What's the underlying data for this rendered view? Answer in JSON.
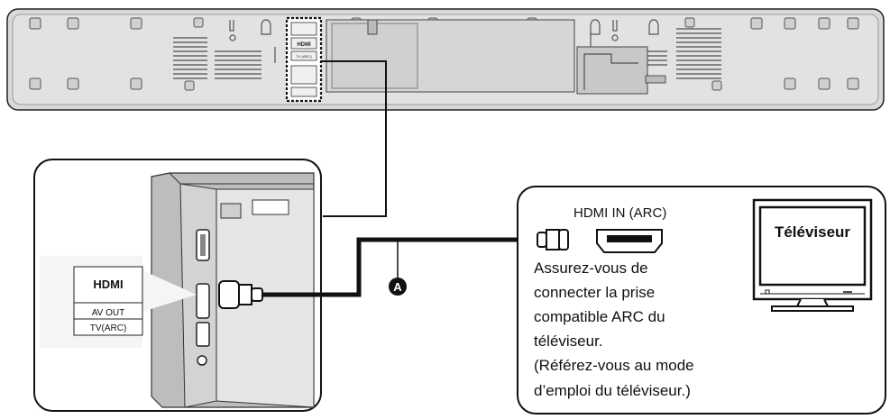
{
  "soundbar": {
    "hdmi_logo": "HDMI",
    "port_label": "TV (ARC)"
  },
  "closeup": {
    "hdmi_logo": "HDMI",
    "av_out": "AV OUT",
    "tv_arc": "TV(ARC)"
  },
  "callout": "A",
  "tv_panel": {
    "port_heading": "HDMI IN (ARC)",
    "tv_label": "Téléviseur",
    "note_lines": [
      "Assurez-vous de",
      "connecter la prise",
      "compatible ARC du",
      "téléviseur.",
      "(Référez-vous au mode",
      "d’emploi du téléviseur.)"
    ]
  },
  "colors": {
    "outline": "#1a1a1a",
    "soundbar_fill": "#dcdcdc",
    "panel_fill": "#ffffff",
    "device_fill": "#cfcfcf"
  }
}
